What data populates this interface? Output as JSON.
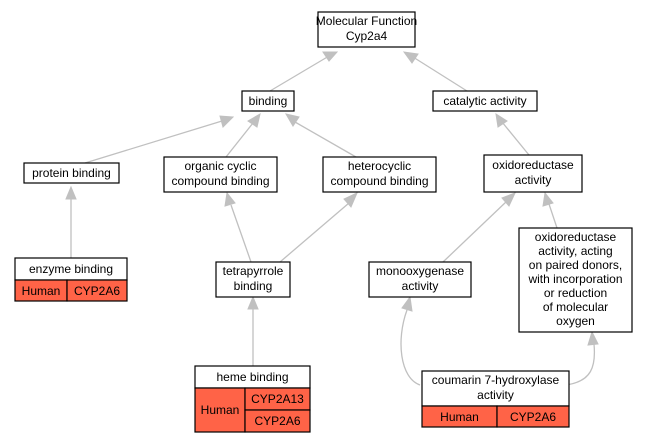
{
  "colors": {
    "annotation": "#ff6347",
    "edge": "#c0c0c0",
    "border": "#000000"
  },
  "nodes": {
    "root": {
      "lines": [
        "Molecular Function",
        "Cyp2a4"
      ]
    },
    "binding": {
      "lines": [
        "binding"
      ]
    },
    "catalytic": {
      "lines": [
        "catalytic activity"
      ]
    },
    "protein_binding": {
      "lines": [
        "protein binding"
      ]
    },
    "organic_cyclic": {
      "lines": [
        "organic cyclic",
        "compound binding"
      ]
    },
    "heterocyclic": {
      "lines": [
        "heterocyclic",
        "compound binding"
      ]
    },
    "oxidoreductase": {
      "lines": [
        "oxidoreductase",
        "activity"
      ]
    },
    "enzyme_binding": {
      "lines": [
        "enzyme binding"
      ],
      "species": "Human",
      "genes": [
        "CYP2A6"
      ]
    },
    "tetrapyrrole": {
      "lines": [
        "tetrapyrrole",
        "binding"
      ]
    },
    "monooxygenase": {
      "lines": [
        "monooxygenase",
        "activity"
      ]
    },
    "oxidoreductase_paired": {
      "lines": [
        "oxidoreductase",
        "activity, acting",
        "on paired donors,",
        "with incorporation",
        "or reduction",
        "of molecular",
        "oxygen"
      ]
    },
    "heme_binding": {
      "lines": [
        "heme binding"
      ],
      "species": "Human",
      "genes": [
        "CYP2A13",
        "CYP2A6"
      ]
    },
    "coumarin": {
      "lines": [
        "coumarin 7-hydroxylase",
        "activity"
      ],
      "species": "Human",
      "genes": [
        "CYP2A6"
      ]
    }
  }
}
